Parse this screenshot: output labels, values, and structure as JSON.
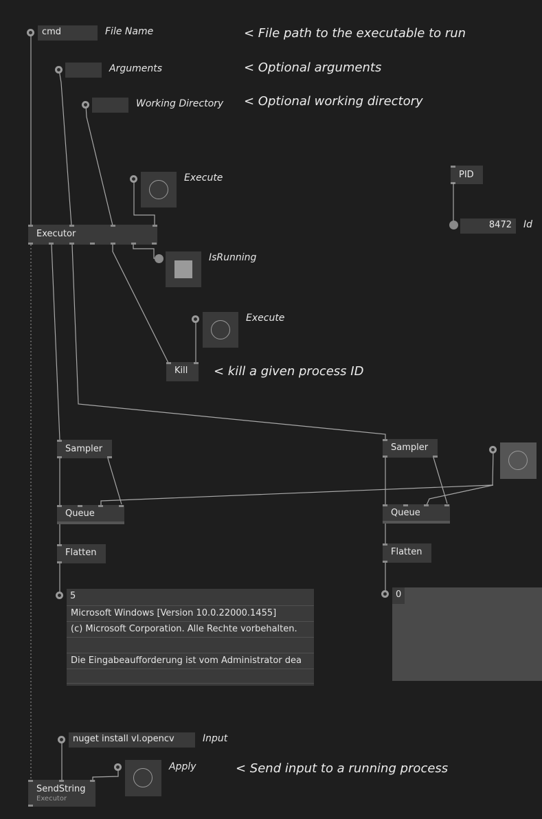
{
  "inputs": {
    "file_name": {
      "value": "cmd",
      "label": "File Name",
      "comment": "< File path to the executable to run"
    },
    "arguments": {
      "value": "",
      "label": "Arguments",
      "comment": "< Optional arguments"
    },
    "working_directory": {
      "value": "",
      "label": "Working Directory",
      "comment": "< Optional working directory"
    }
  },
  "execute_button": {
    "label": "Execute"
  },
  "executor_node": {
    "title": "Executor"
  },
  "is_running": {
    "label": "IsRunning",
    "state": true
  },
  "pid": {
    "node_title": "PID",
    "value": "8472",
    "label": "Id"
  },
  "kill_section": {
    "button_label": "Execute",
    "node_title": "Kill",
    "comment": "< kill a given process ID"
  },
  "left_chain": {
    "sampler": "Sampler",
    "queue": "Queue",
    "flatten": "Flatten",
    "count": "5",
    "output_lines": [
      "Microsoft Windows [Version 10.0.22000.1455]",
      "(c) Microsoft Corporation. Alle Rechte vorbehalten.",
      "",
      "Die Eingabeaufforderung ist vom Administrator dea",
      ""
    ]
  },
  "right_chain": {
    "sampler": "Sampler",
    "queue": "Queue",
    "flatten": "Flatten",
    "count": "0"
  },
  "send_input": {
    "input_value": "nuget install vl.opencv",
    "input_label": "Input",
    "apply_label": "Apply",
    "comment": "< Send input to a running process",
    "node_title": "SendString",
    "node_subtitle": "Executor"
  },
  "colors": {
    "background": "#1e1e1e",
    "node": "#3a3a3a",
    "wire": "#a0a0a0",
    "pin": "#8a8a8a"
  }
}
